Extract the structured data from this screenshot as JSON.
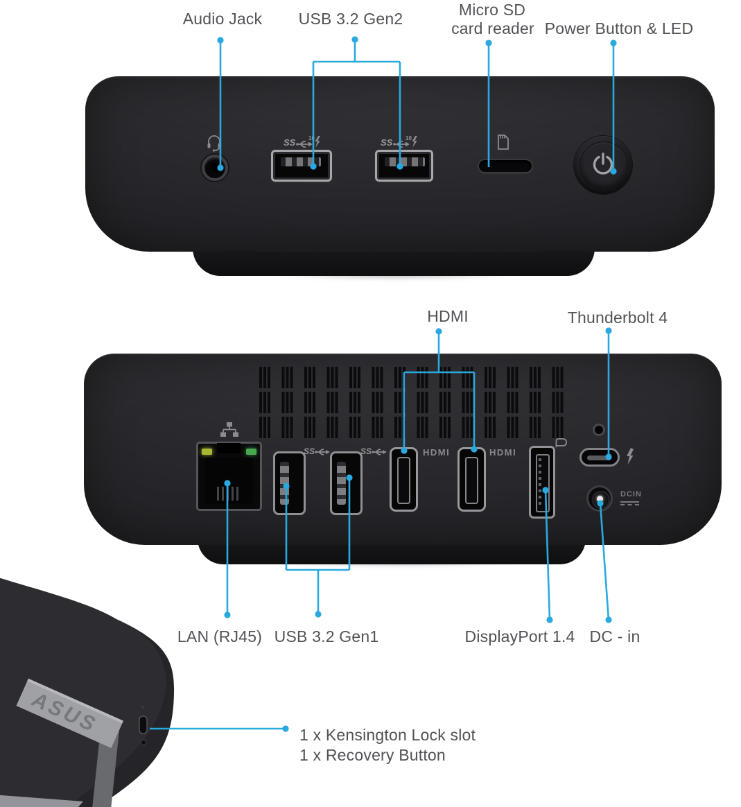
{
  "title": "Mini PC port callout diagram",
  "colors": {
    "accent": "#2aa9e0",
    "label_text": "#515256",
    "device_body": "#26262a",
    "logo_band": "#a0a1a5",
    "lan_led_left": "#aab733",
    "lan_led_right": "#49a84f"
  },
  "front_view": {
    "callouts": [
      {
        "id": "audio-jack",
        "label": "Audio Jack"
      },
      {
        "id": "usb-32-gen2",
        "label": "USB 3.2 Gen2"
      },
      {
        "id": "micro-sd",
        "label_line1": "Micro SD",
        "label_line2": "card reader"
      },
      {
        "id": "power",
        "label": "Power Button & LED"
      }
    ],
    "port_marks": {
      "usb_ss": "SS",
      "usb_speed": "10"
    }
  },
  "back_view": {
    "callouts": [
      {
        "id": "hdmi",
        "label": "HDMI"
      },
      {
        "id": "thunderbolt",
        "label": "Thunderbolt 4"
      },
      {
        "id": "lan",
        "label": "LAN (RJ45)"
      },
      {
        "id": "usb-32-gen1",
        "label": "USB 3.2 Gen1"
      },
      {
        "id": "displayport",
        "label": "DisplayPort 1.4"
      },
      {
        "id": "dc-in",
        "label": "DC - in"
      }
    ],
    "port_marks": {
      "ss": "SS",
      "hdmi1": "HDMI",
      "hdmi2": "HDMI",
      "dcin": "DCIN"
    }
  },
  "side_view": {
    "logo": "ASUS",
    "callout": {
      "line1": "1 x Kensington Lock slot",
      "line2": "1 x Recovery Button"
    }
  },
  "icons": {
    "headset": "headset-mic-icon",
    "usb_trident": "usb-trident-icon",
    "lightning": "lightning-bolt-icon",
    "micro_sd_card": "micro-sd-card-icon",
    "lan_network": "lan-network-icon",
    "displayport_logo": "displayport-icon",
    "thunderbolt_logo": "thunderbolt-icon",
    "power_symbol": "power-icon"
  }
}
